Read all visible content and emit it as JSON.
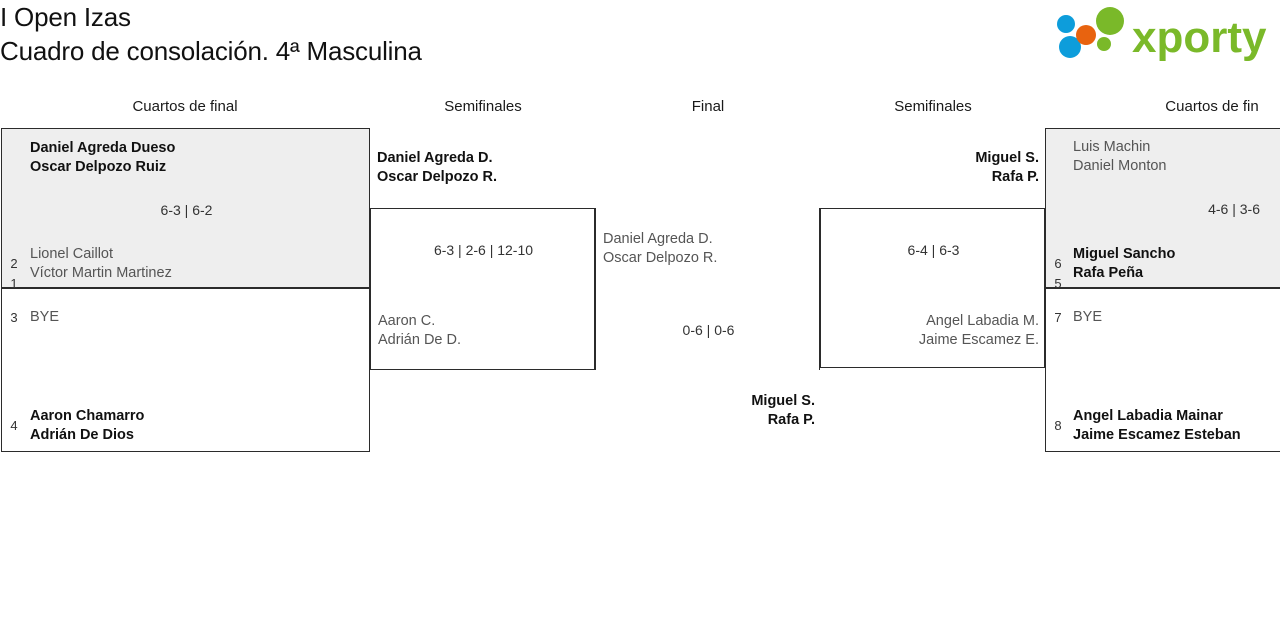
{
  "header": {
    "tournament": "I Open Izas",
    "subtitle": "Cuadro de consolación. 4ª Masculina",
    "logo": {
      "wordmark": "xporty",
      "dot_blue": "#0d9ddb",
      "dot_orange": "#e8630f",
      "dot_green": "#7ab929",
      "wordmark_color": "#7ab929"
    }
  },
  "colors": {
    "shade": "#eeeeee",
    "border": "#2b2b2b",
    "winner_text": "#111111",
    "loser_text": "#555555",
    "score_text": "#333333"
  },
  "columns": [
    {
      "label": "Cuartos de final"
    },
    {
      "label": "Semifinales"
    },
    {
      "label": "Final"
    },
    {
      "label": "Semifinales"
    },
    {
      "label": "Cuartos de fin"
    }
  ],
  "bracket": {
    "left_quarterfinals": [
      {
        "shaded": true,
        "top_seed": "1",
        "top_p1": "Daniel Agreda Dueso",
        "top_p2": "Oscar Delpozo Ruiz",
        "top_result": "winner",
        "score": "6-3 | 6-2",
        "bottom_seed": "2",
        "bottom_p1": "Lionel Caillot",
        "bottom_p2": "Víctor Martin Martinez",
        "bottom_result": "loser"
      },
      {
        "shaded": false,
        "top_seed": "3",
        "top_p1": "BYE",
        "top_p2": "",
        "top_result": "loser",
        "score": "",
        "bottom_seed": "4",
        "bottom_p1": "Aaron Chamarro",
        "bottom_p2": "Adrián De Dios",
        "bottom_result": "winner"
      }
    ],
    "left_semifinal": {
      "top_p1": "Daniel Agreda D.",
      "top_p2": "Oscar Delpozo R.",
      "top_result": "winner",
      "score": "6-3 | 2-6 | 12-10",
      "bottom_p1": "Aaron C.",
      "bottom_p2": "Adrián De D.",
      "bottom_result": "loser"
    },
    "final": {
      "left_p1": "Daniel Agreda D.",
      "left_p2": "Oscar Delpozo R.",
      "left_result": "loser",
      "score": "0-6 | 0-6",
      "right_p1": "Miguel S.",
      "right_p2": "Rafa P.",
      "right_result": "winner"
    },
    "right_semifinal": {
      "top_p1": "Miguel S.",
      "top_p2": "Rafa P.",
      "top_result": "winner",
      "score": "6-4 | 6-3",
      "bottom_p1": "Angel Labadia M.",
      "bottom_p2": "Jaime Escamez E.",
      "bottom_result": "loser"
    },
    "right_quarterfinals": [
      {
        "shaded": true,
        "top_seed": "5",
        "top_p1": "Luis Machin",
        "top_p2": "Daniel Monton",
        "top_result": "loser",
        "score": "4-6 | 3-6",
        "bottom_seed": "6",
        "bottom_p1": "Miguel Sancho",
        "bottom_p2": "Rafa Peña",
        "bottom_result": "winner"
      },
      {
        "shaded": false,
        "top_seed": "7",
        "top_p1": "BYE",
        "top_p2": "",
        "top_result": "loser",
        "score": "",
        "bottom_seed": "8",
        "bottom_p1": "Angel Labadia Mainar",
        "bottom_p2": "Jaime Escamez Esteban",
        "bottom_result": "winner"
      }
    ]
  }
}
